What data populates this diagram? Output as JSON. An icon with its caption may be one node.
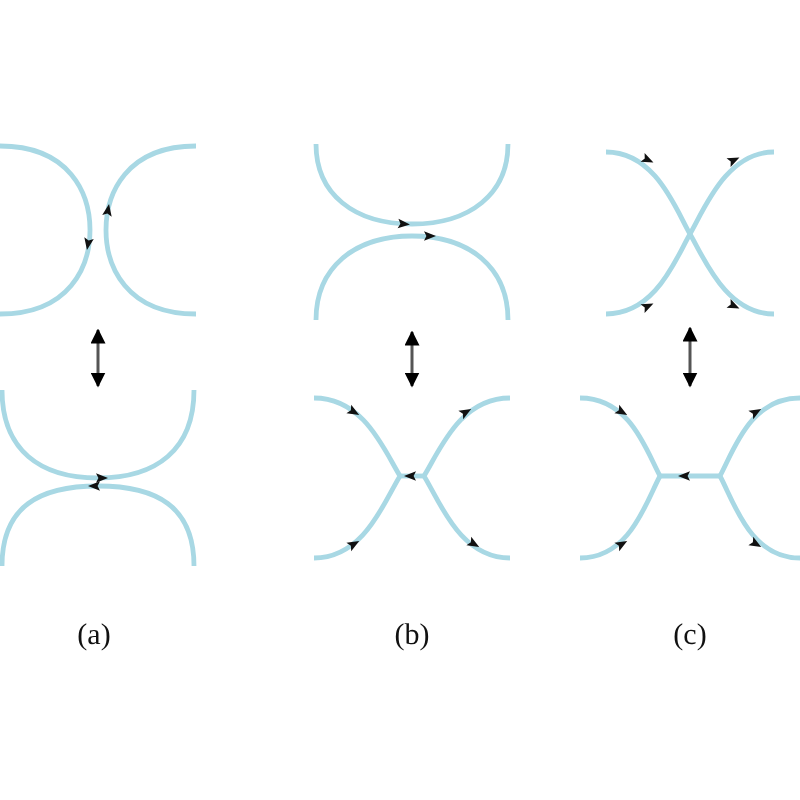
{
  "diagram": {
    "nodes": [
      {
        "text": [],
        "shape": "picture"
      },
      {
        "text": [],
        "shape": "picture"
      },
      {
        "text": [],
        "shape": "picture"
      },
      {
        "text": [],
        "shape": "picture"
      },
      {
        "text": [],
        "shape": "picture"
      },
      {
        "text": [],
        "shape": "picture"
      }
    ],
    "edges": [
      {
        "from": 0,
        "to": 1,
        "arrow": "both"
      },
      {
        "from": 2,
        "to": 3,
        "arrow": "both"
      },
      {
        "from": 4,
        "to": 5,
        "arrow": "both"
      }
    ],
    "labels": [
      "(a)",
      "(b)",
      "(c)"
    ]
  }
}
